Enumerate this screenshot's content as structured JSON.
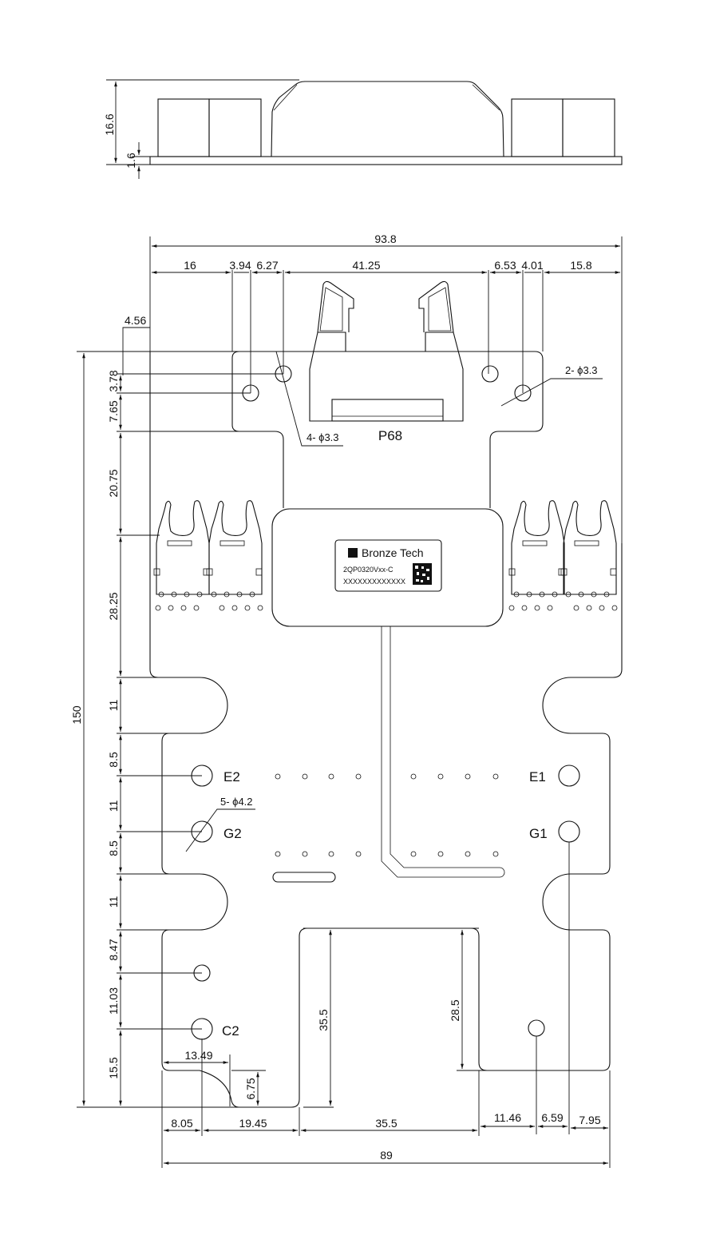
{
  "drawing": {
    "side_view": {
      "height_total": "16.6",
      "pcb_thickness": "1.6"
    },
    "top_dims": {
      "overall_width": "93.8",
      "segments": [
        "16",
        "3.94",
        "6.27",
        "41.25",
        "6.53",
        "4.01",
        "15.8"
      ]
    },
    "left_dims": {
      "overall_height": "150",
      "offset_4_56": "4.56",
      "segments": [
        "3.78",
        "7.65",
        "20.75",
        "28.25",
        "11",
        "8.5",
        "11",
        "8.5",
        "11",
        "8.47",
        "11.03",
        "15.5"
      ]
    },
    "hole_callouts": {
      "left_mount": "4- ϕ3.3",
      "right_mount": "2- ϕ3.3",
      "terminal": "5- ϕ4.2"
    },
    "connector_label": "P68",
    "terminals": {
      "e2": "E2",
      "g2": "G2",
      "e1": "E1",
      "g1": "G1",
      "c2": "C2"
    },
    "label_plate": {
      "brand": "Bronze Tech",
      "part_number": "2QP0320Vxx-C",
      "serial": "XXXXXXXXXXXXX"
    },
    "inner_dims": {
      "cutout_width": "13.49",
      "cutout_height": "6.75",
      "slot_left_height": "35.5",
      "slot_right_height": "28.5"
    },
    "bottom_dims": {
      "segments_left": [
        "8.05",
        "19.45",
        "35.5"
      ],
      "segments_right": [
        "11.46",
        "6.59",
        "7.95"
      ],
      "overall_width": "89"
    }
  }
}
